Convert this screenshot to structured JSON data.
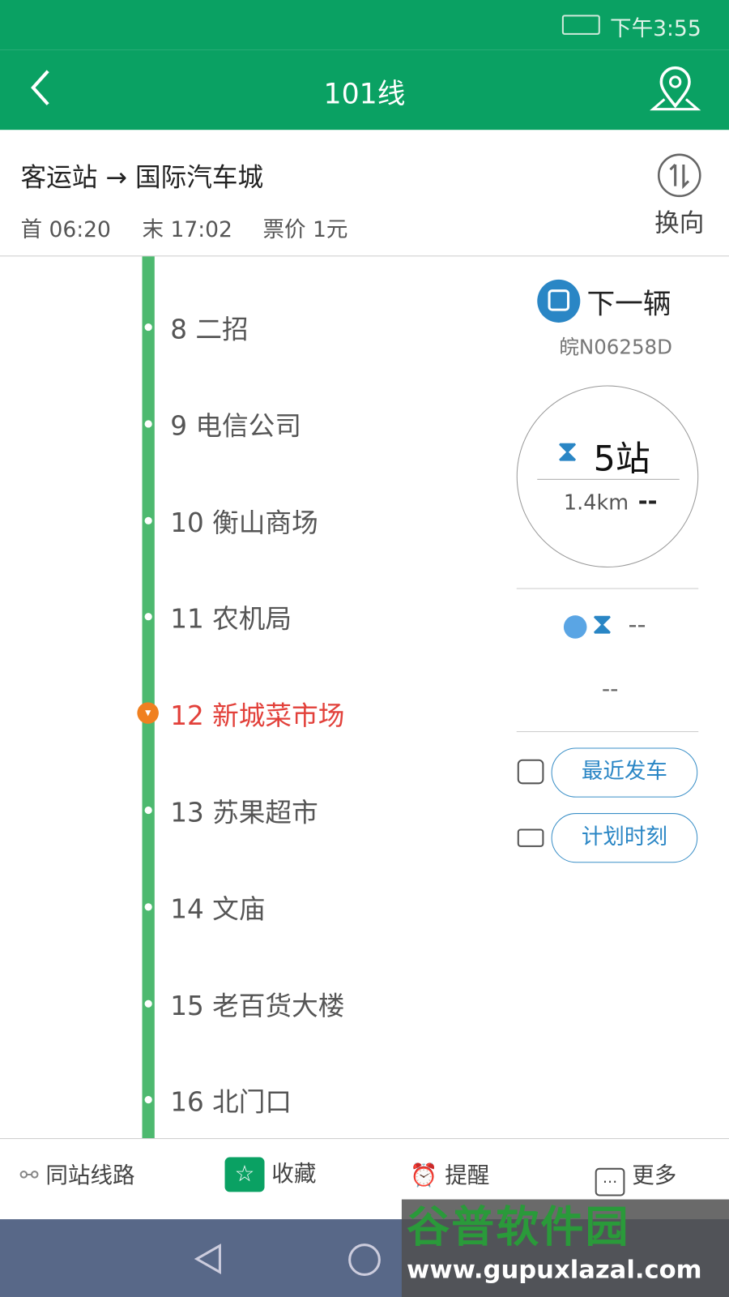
{
  "status": {
    "time": "下午3:55"
  },
  "header": {
    "title": "101线"
  },
  "route": {
    "direction": "客运站 → 国际汽车城",
    "first": "首 06:20",
    "last": "末 17:02",
    "fare": "票价 1元",
    "switch_label": "换向"
  },
  "stops": [
    {
      "label": "8 二招"
    },
    {
      "label": "9 电信公司"
    },
    {
      "label": "10 衡山商场"
    },
    {
      "label": "11 农机局"
    },
    {
      "label": "12 新城菜市场",
      "current": true
    },
    {
      "label": "13 苏果超市"
    },
    {
      "label": "14 文庙"
    },
    {
      "label": "15 老百货大楼"
    },
    {
      "label": "16 北门口"
    }
  ],
  "next_bus": {
    "title": "下一辆",
    "plate": "皖N06258D",
    "stops_away": "5站",
    "distance": "1.4km",
    "time": "--",
    "second_time": "--",
    "second_sub": "--"
  },
  "buttons": {
    "recent": "最近发车",
    "schedule": "计划时刻"
  },
  "bottom": {
    "same_station": "同站线路",
    "favorite": "收藏",
    "remind": "提醒",
    "more": "更多"
  },
  "watermark": {
    "text": "谷普软件园",
    "url": "www.gupuxlazal.com"
  },
  "colors": {
    "primary": "#0aa163",
    "line": "#4db96f",
    "current": "#e2403a",
    "blue": "#2a86c5"
  }
}
